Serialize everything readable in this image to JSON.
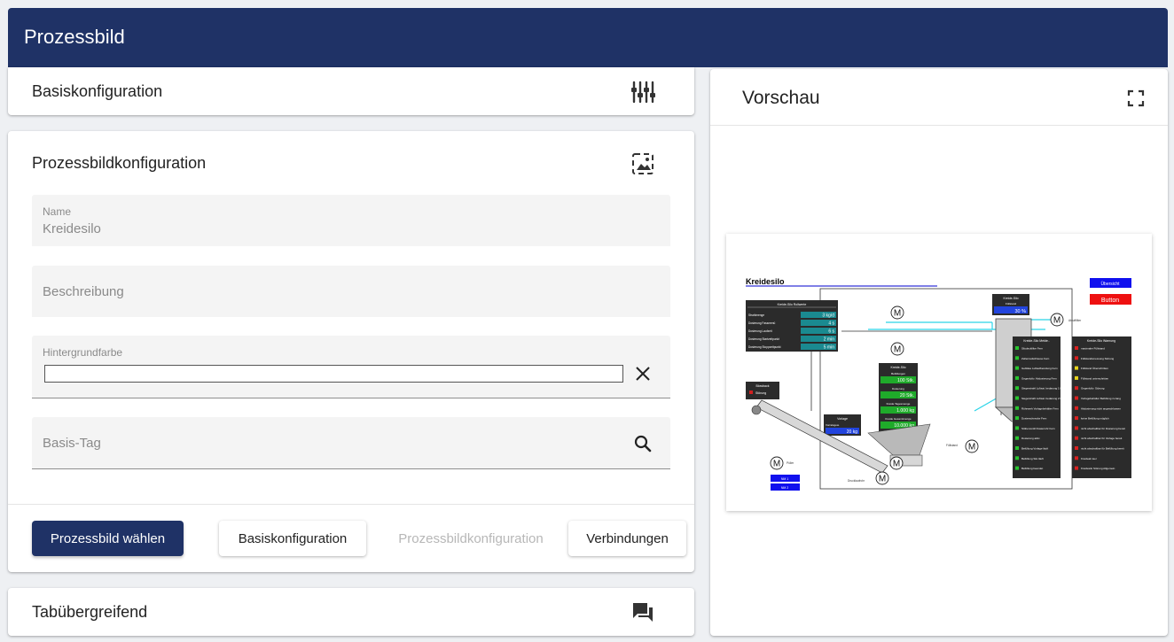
{
  "header": {
    "title": "Prozessbild"
  },
  "basis_card": {
    "title": "Basiskonfiguration",
    "icon": "tune-icon"
  },
  "config_card": {
    "title": "Prozessbildkonfiguration",
    "icon": "image-frame-icon",
    "name_label": "Name",
    "name_value": "Kreidesilo",
    "description_placeholder": "Beschreibung",
    "bgcolor_label": "Hintergrundfarbe",
    "basetag_placeholder": "Basis-Tag",
    "buttons": {
      "choose": "Prozessbild wählen",
      "basis": "Basiskonfiguration",
      "config": "Prozessbildkonfiguration",
      "connections": "Verbindungen"
    }
  },
  "tab_card": {
    "title": "Tabübergreifend",
    "icon": "chat-icon"
  },
  "preview": {
    "title": "Vorschau",
    "diagram": {
      "title": "Kreidesilo",
      "btn_overview": "Übersicht",
      "btn_button": "Button",
      "silo_label": "Kreide-Silo",
      "silo_sub": "Füllstand",
      "silo_value": "30 %",
      "panel1_title": "Kreide-Silo Rollwerte",
      "panel1_rows": [
        {
          "k": "Strahlmenge",
          "v": "3 kg/d"
        },
        {
          "k": "Dosierung Fassmenü",
          "v": "4 s"
        },
        {
          "k": "Dosierung Laufzeit",
          "v": "6 s"
        },
        {
          "k": "Dosierung Startzeitpunkt",
          "v": "2 min"
        },
        {
          "k": "Dosierung Stoppzeitpunkt",
          "v": "5 min"
        }
      ],
      "panel2_title": "Kreide-Silo",
      "panel2_rows": [
        {
          "k": "Befüllungen",
          "v": "100 Stk."
        },
        {
          "k": "Dosierung",
          "v": "20 Stk."
        },
        {
          "k": "Kreide Tagesmenge",
          "v": "1.000 kg"
        },
        {
          "k": "Kreide Gesamtmenge",
          "v": "10.000 kg"
        }
      ],
      "vorlage_title": "Vorlage",
      "vorlage_row": {
        "k": "Vorratsgew.",
        "v": "20 kg"
      },
      "blowback_title": "Blowback",
      "blowback_row": "Störung",
      "status_title": "Kreide-Silo Melde..",
      "status_items": [
        "Silodeckfilter Fern",
        "Zellenradschleuse Fern",
        "Gebläse Luftaufbereitung Fern",
        "Gegenluftv. Abdosierung Fern",
        "Siegerstrahl Luftsat. bedarung 1 Fern",
        "Siegerstrahl Luftsat. bedarung 2 Fern",
        "Rührwerk Vorlagebehälter Fern",
        "Dosierschnecke Fern",
        "Stöberventil Dosierrohr Fern",
        "Dosierung aktiv",
        "Befüllung Vorlage läuft",
        "Befüllung Silo läuft",
        "Befüllung beendet"
      ],
      "warn_title": "Kreide-Silo Warnung",
      "warn_items": [
        "maximaler Füllstand",
        "Füllstandsmessung Störung",
        "Füllstand Überschritten",
        "Füllstand unterschritten",
        "Gegenluftv. Störung",
        "Vorlagebehälter Befüllung zu lang",
        "Abdosierung nicht angeschlossen",
        "keine Befüllung möglich",
        "nicht abschaltbar für Dosierung bereit",
        "nicht abschaltbar für Vorlage bereit",
        "nicht abschaltbar für Befüllung bereit",
        "Kreideab leer",
        "Kreidesilo Störung Allgemein"
      ],
      "small_btn1": "NM 1",
      "small_btn2": "NM 2",
      "motor_letter": "M",
      "label_fuellstand": "Füllstand",
      "label_abluft": "Abluftfilter",
      "label_druck": "Drucklaufrohr",
      "label_pueller": "Püller"
    }
  },
  "colors": {
    "header": "#1f3266",
    "primary": "#1f3266"
  }
}
